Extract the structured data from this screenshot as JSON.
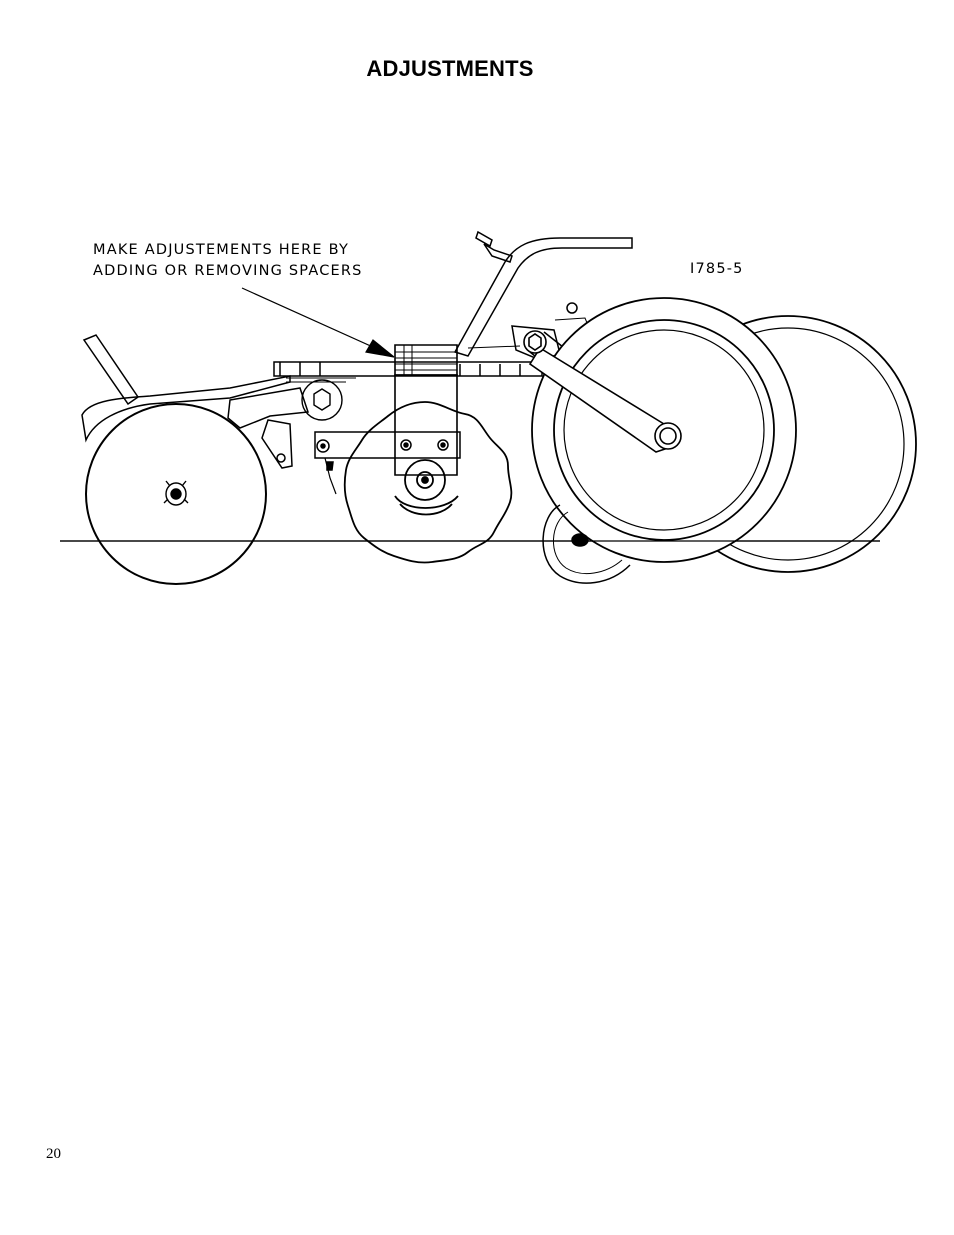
{
  "header": {
    "title": "ADJUSTMENTS"
  },
  "figure": {
    "callout_line1": "MAKE ADJUSTEMENTS HERE BY",
    "callout_line2": "ADDING OR REMOVING SPACERS",
    "figure_id": "I785-5"
  },
  "footer": {
    "page_number": "20"
  }
}
